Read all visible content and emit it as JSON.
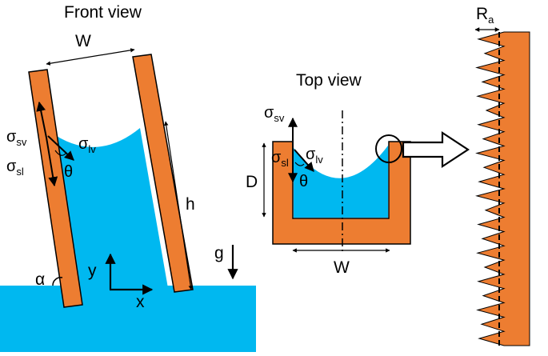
{
  "colors": {
    "liquid": "#00b8f0",
    "solid": "#ed7d31",
    "stroke": "#000000",
    "background": "#ffffff"
  },
  "front_view": {
    "title": "Front view",
    "width_label": "W",
    "height_label": "h",
    "angle_label": "α",
    "sigma_sv": {
      "base": "σ",
      "sub": "sv"
    },
    "sigma_sl": {
      "base": "σ",
      "sub": "sl"
    },
    "sigma_lv": {
      "base": "σ",
      "sub": "lv"
    },
    "theta_label": "θ",
    "axis_x_label": "x",
    "axis_y_label": "y",
    "gravity_label": "g"
  },
  "top_view": {
    "title": "Top view",
    "depth_label": "D",
    "width_label": "W",
    "sigma_sv": {
      "base": "σ",
      "sub": "sv"
    },
    "sigma_sl": {
      "base": "σ",
      "sub": "sl"
    },
    "sigma_lv": {
      "base": "σ",
      "sub": "lv"
    },
    "theta_label": "θ"
  },
  "roughness": {
    "label": {
      "base": "R",
      "sub": "a"
    },
    "spike_count": 22
  }
}
